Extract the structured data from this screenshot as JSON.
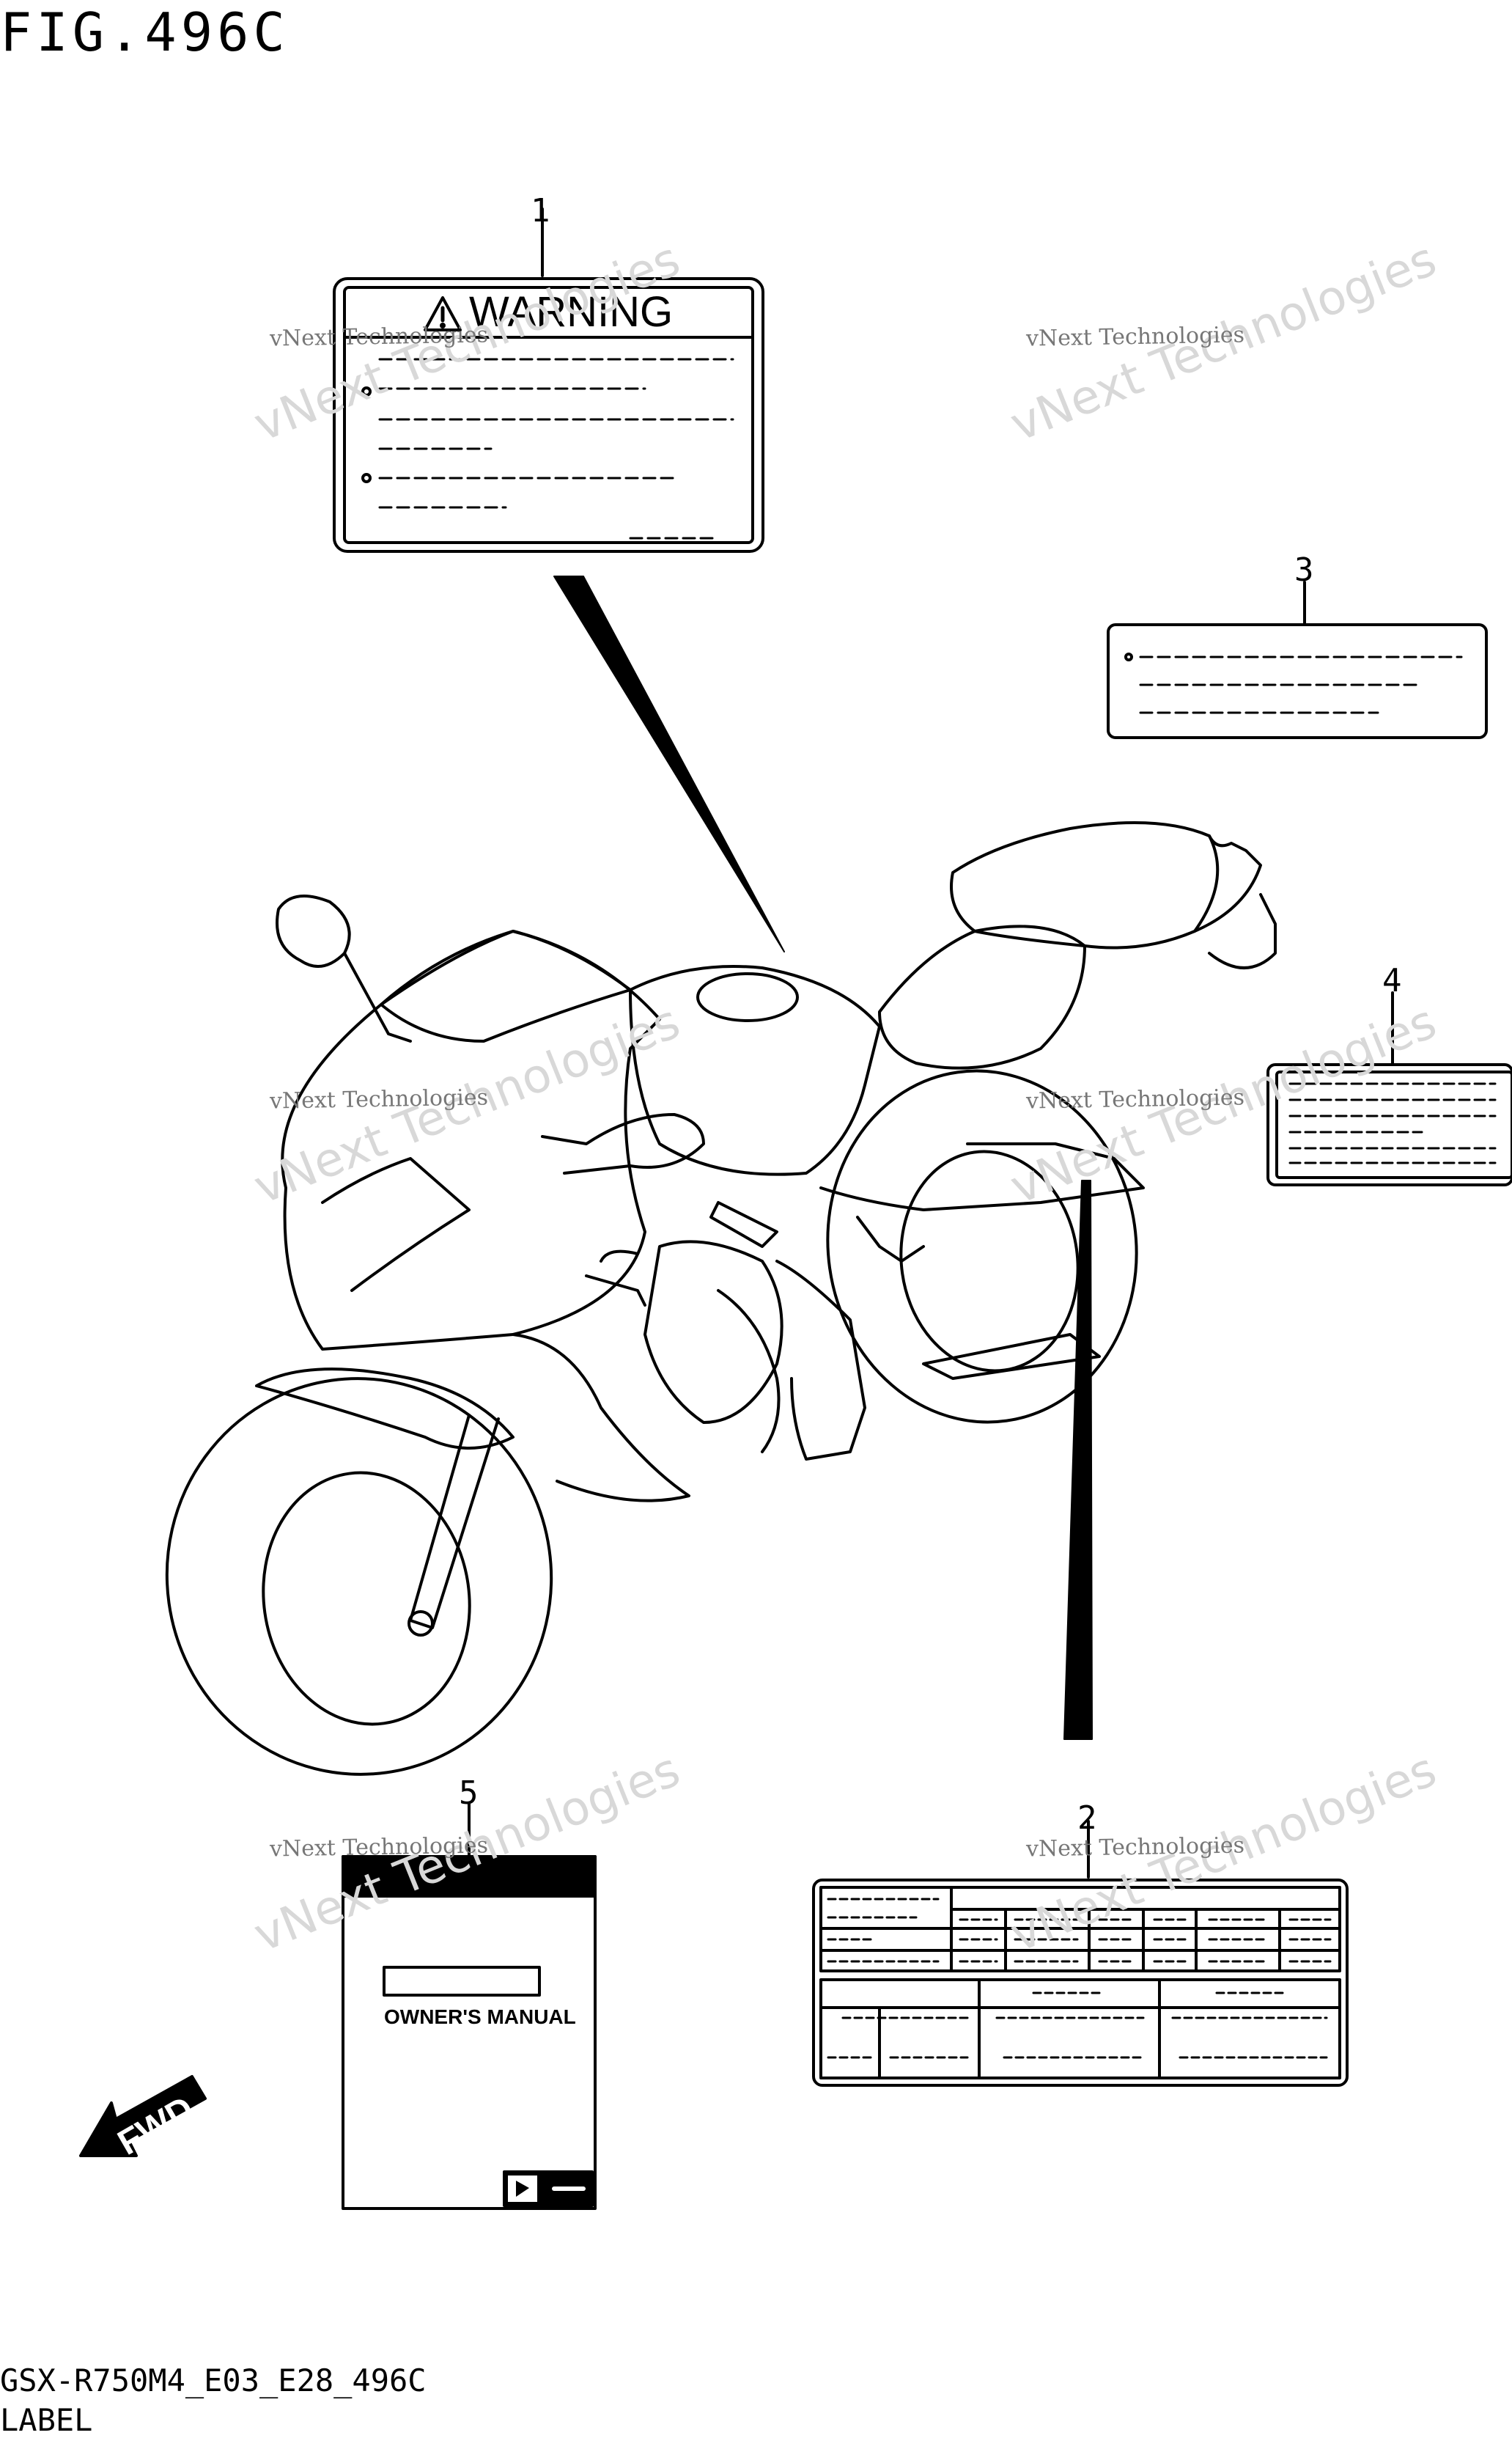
{
  "figure": {
    "title": "FIG.496C",
    "footer_code": "GSX-R750M4_E03_E28_496C",
    "footer_label": "LABEL"
  },
  "callouts": [
    "1",
    "3",
    "4",
    "5",
    "2"
  ],
  "labels": {
    "warning_heading": "WARNING",
    "manual_title": "OWNER'S MANUAL",
    "fwd": "FWD"
  },
  "watermark": {
    "line1": "vNext Technologies",
    "line2": "vNext Technologies"
  },
  "icons": [
    "warning-triangle-icon",
    "suzuki-logo-icon",
    "fwd-arrow-icon"
  ]
}
